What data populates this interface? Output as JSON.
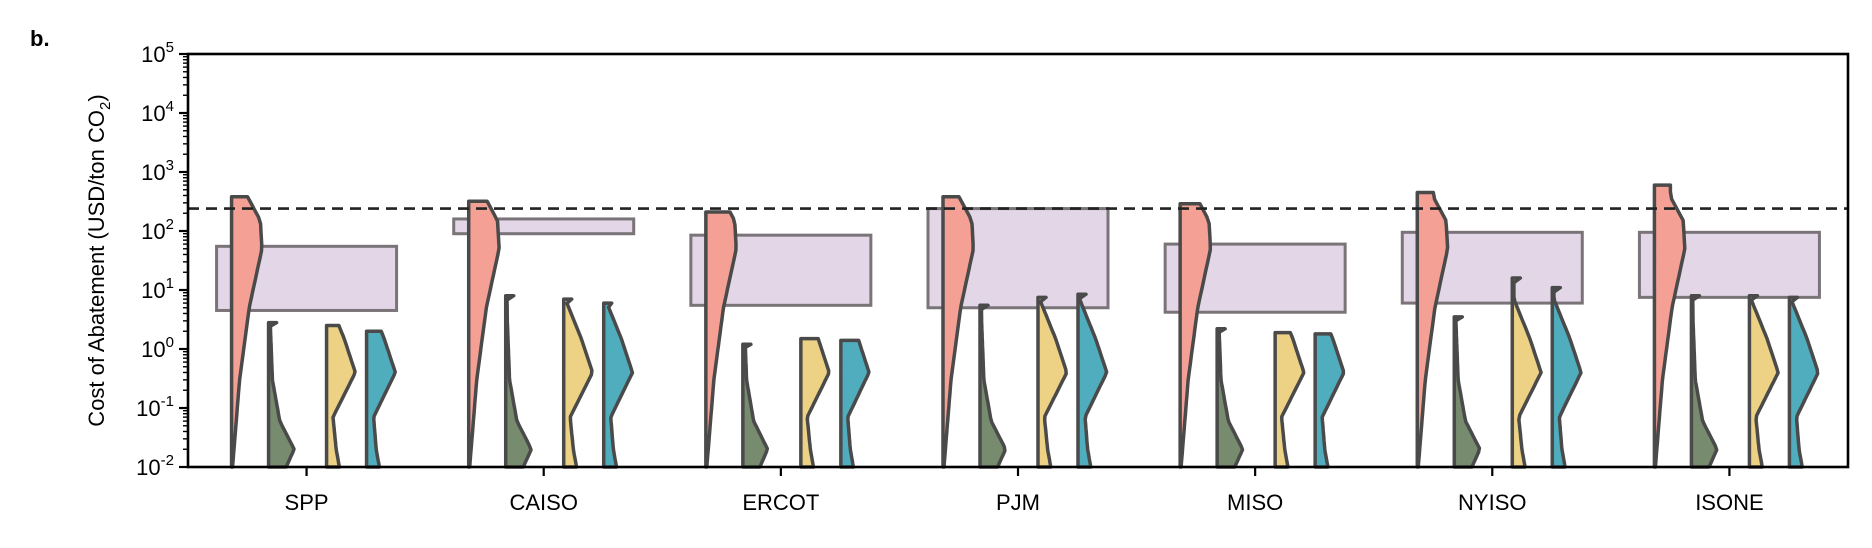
{
  "panel_label": "b.",
  "colors": {
    "violin_1": "#f4a095",
    "violin_2": "#778b6e",
    "violin_3": "#edd285",
    "violin_4": "#4fadbe",
    "box_fill": "#e2d6e7",
    "box_stroke": "#7a7479",
    "outline": "#4a4a4a",
    "reference_line": "#222222"
  },
  "chart_data": {
    "type": "violin",
    "title": "",
    "xlabel": "",
    "ylabel": "Cost of Abatement (USD/ton CO₂)",
    "ylabel_parts": {
      "main": "Cost of Abatement (USD/ton CO",
      "subscript": "2",
      "close": ")"
    },
    "yscale": "log",
    "ylim": [
      0.01,
      100000
    ],
    "yticks": [
      {
        "value": 0.01,
        "exp": "-2"
      },
      {
        "value": 0.1,
        "exp": "-1"
      },
      {
        "value": 1,
        "exp": "0"
      },
      {
        "value": 10,
        "exp": "1"
      },
      {
        "value": 100,
        "exp": "2"
      },
      {
        "value": 1000,
        "exp": "3"
      },
      {
        "value": 10000,
        "exp": "4"
      },
      {
        "value": 100000,
        "exp": "5"
      }
    ],
    "ytick_base": "10",
    "reference_line": 240,
    "categories": [
      "SPP",
      "CAISO",
      "ERCOT",
      "PJM",
      "MISO",
      "NYISO",
      "ISONE"
    ],
    "ranges": [
      {
        "low": 4.5,
        "high": 55
      },
      {
        "low": 90,
        "high": 160
      },
      {
        "low": 5.5,
        "high": 85
      },
      {
        "low": 5,
        "high": 240
      },
      {
        "low": 4.2,
        "high": 60
      },
      {
        "low": 6,
        "high": 95
      },
      {
        "low": 7.5,
        "high": 95
      }
    ],
    "series": [
      {
        "color": "#f4a095",
        "max": [
          380,
          320,
          210,
          380,
          290,
          450,
          600
        ],
        "density": [
          [
            0.01,
            0.03
          ],
          [
            0.3,
            0.25
          ],
          [
            5,
            0.55
          ],
          [
            50,
            0.95
          ],
          [
            150,
            0.9
          ],
          [
            380,
            0.5
          ]
        ]
      },
      {
        "color": "#778b6e",
        "max": [
          2.8,
          8,
          1.2,
          5.5,
          2.2,
          3.5,
          8
        ],
        "density": [
          [
            0.01,
            0.55
          ],
          [
            0.02,
            0.8
          ],
          [
            0.06,
            0.35
          ],
          [
            0.3,
            0.12
          ],
          [
            3,
            0.05
          ],
          [
            8,
            0.04
          ]
        ]
      },
      {
        "color": "#edd285",
        "max": [
          2.5,
          7,
          1.5,
          7.5,
          1.9,
          16,
          8
        ],
        "density": [
          [
            0.01,
            0.4
          ],
          [
            0.02,
            0.3
          ],
          [
            0.07,
            0.2
          ],
          [
            0.4,
            0.9
          ],
          [
            1.5,
            0.55
          ],
          [
            7,
            0.05
          ]
        ]
      },
      {
        "color": "#4fadbe",
        "max": [
          2,
          6,
          1.4,
          8.5,
          1.8,
          11,
          7.5
        ],
        "density": [
          [
            0.01,
            0.4
          ],
          [
            0.02,
            0.3
          ],
          [
            0.07,
            0.22
          ],
          [
            0.4,
            0.9
          ],
          [
            1.5,
            0.55
          ],
          [
            7,
            0.05
          ]
        ]
      }
    ]
  }
}
